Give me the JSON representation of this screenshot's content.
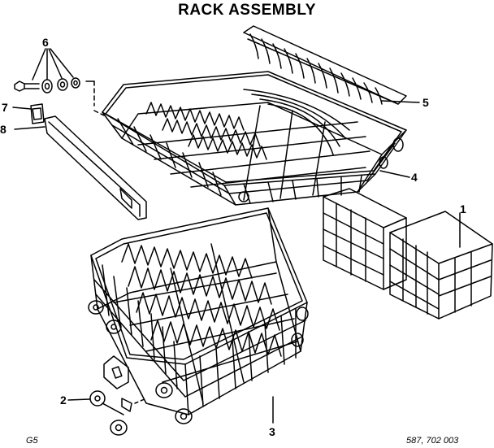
{
  "title": "RACK ASSEMBLY",
  "callouts": {
    "c1": "1",
    "c2": "2",
    "c3": "3",
    "c4": "4",
    "c5": "5",
    "c6": "6",
    "c7": "7",
    "c8": "8"
  },
  "parts": {
    "upper_rack": "upper-rack",
    "lower_rack": "lower-rack",
    "cup_shelf": "cup-shelf",
    "silverware_basket": "silverware-basket",
    "wheel_roller": "wheel-roller",
    "track_rail": "track-rail",
    "stop_clip": "stop-clip",
    "stud_washer_set": "stud-and-washers"
  },
  "footer": {
    "left_code": "G5",
    "right_code": "587, 702 003"
  }
}
